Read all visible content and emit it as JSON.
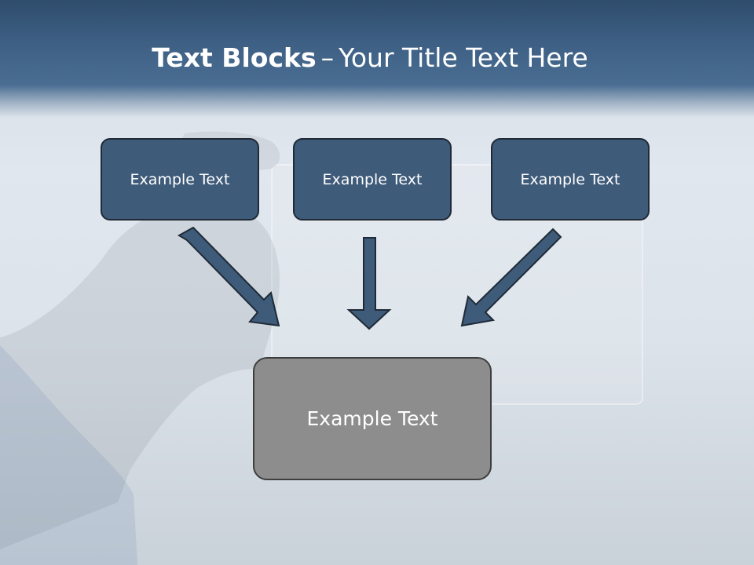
{
  "slide": {
    "title_bold": "Text Blocks",
    "title_separator": "–",
    "title_rest": "Your Title Text Here"
  },
  "diagram": {
    "top_boxes": [
      {
        "label": "Example Text"
      },
      {
        "label": "Example Text"
      },
      {
        "label": "Example Text"
      }
    ],
    "bottom_box": {
      "label": "Example Text"
    }
  },
  "colors": {
    "header": "#3d5f84",
    "top_box_fill": "#3f5b7a",
    "bottom_box_fill": "#8d8d8d",
    "arrow_fill": "#3f5b7a",
    "text": "#ffffff"
  }
}
